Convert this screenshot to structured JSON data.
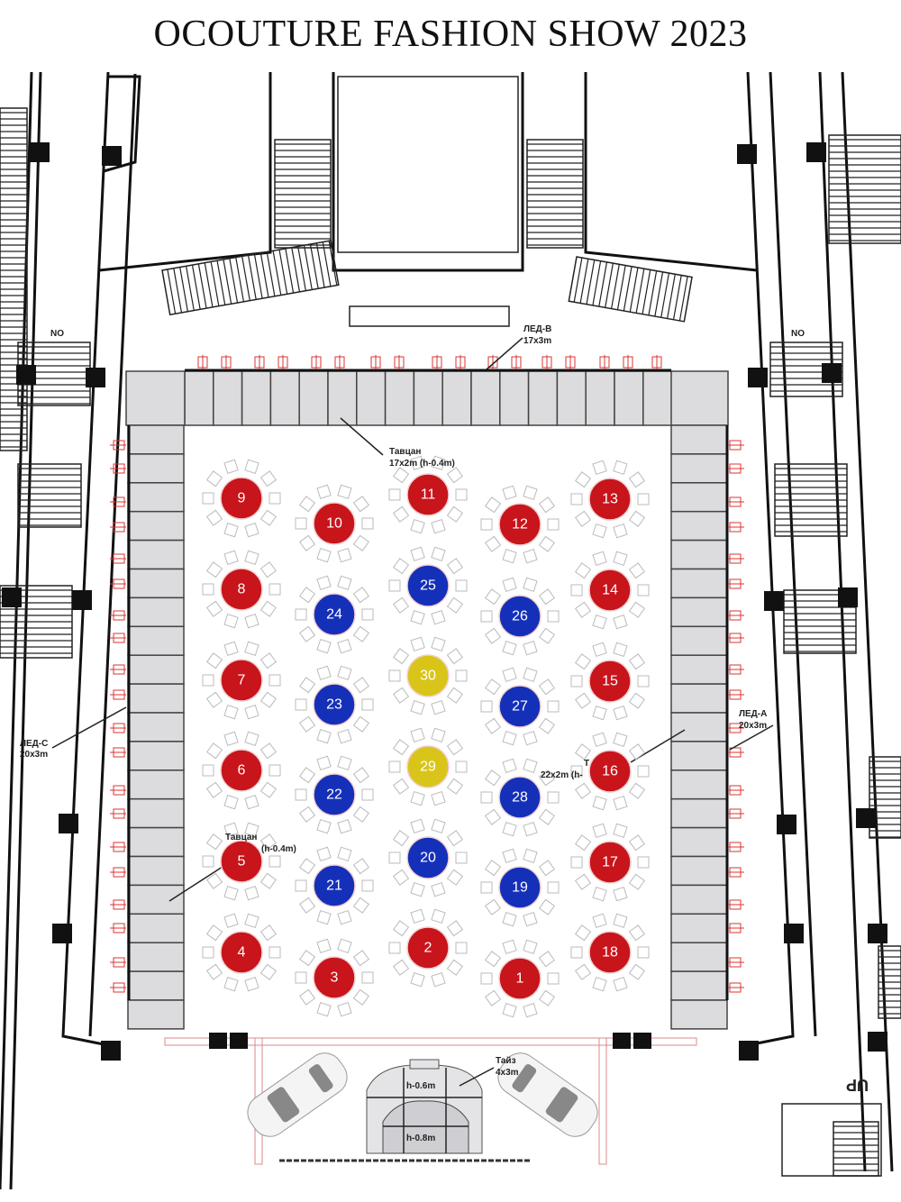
{
  "title": "OCOUTURE FASHION SHOW 2023",
  "colors": {
    "red": "#c8141b",
    "blue": "#1530b8",
    "yellow": "#d9c51a"
  },
  "labels": {
    "led_b": [
      "ЛЕД-В",
      "17x3m"
    ],
    "stage_top": [
      "Тавцан",
      "17x2m (h-0.4m)"
    ],
    "led_c": [
      "ЛЕД-С",
      "20x3m"
    ],
    "stage_left": [
      "Тавцан",
      "(h-0.4m)"
    ],
    "stage_right": [
      "Т",
      "22x2m (h-"
    ],
    "led_a": [
      "ЛЕД-А",
      "20x3m"
    ],
    "platform": [
      "Тайз",
      "4x3m"
    ],
    "platform_h1": "h-0.6m",
    "platform_h2": "h-0.8m",
    "up": "UP",
    "no_left": "NO",
    "no_right": "NO"
  },
  "tables": [
    {
      "number": "1",
      "color": "red"
    },
    {
      "number": "2",
      "color": "red"
    },
    {
      "number": "3",
      "color": "red"
    },
    {
      "number": "4",
      "color": "red"
    },
    {
      "number": "5",
      "color": "red"
    },
    {
      "number": "6",
      "color": "red"
    },
    {
      "number": "7",
      "color": "red"
    },
    {
      "number": "8",
      "color": "red"
    },
    {
      "number": "9",
      "color": "red"
    },
    {
      "number": "10",
      "color": "red"
    },
    {
      "number": "11",
      "color": "red"
    },
    {
      "number": "12",
      "color": "red"
    },
    {
      "number": "13",
      "color": "red"
    },
    {
      "number": "14",
      "color": "red"
    },
    {
      "number": "15",
      "color": "red"
    },
    {
      "number": "16",
      "color": "red"
    },
    {
      "number": "17",
      "color": "red"
    },
    {
      "number": "18",
      "color": "red"
    },
    {
      "number": "19",
      "color": "blue"
    },
    {
      "number": "20",
      "color": "blue"
    },
    {
      "number": "21",
      "color": "blue"
    },
    {
      "number": "22",
      "color": "blue"
    },
    {
      "number": "23",
      "color": "blue"
    },
    {
      "number": "24",
      "color": "blue"
    },
    {
      "number": "25",
      "color": "blue"
    },
    {
      "number": "26",
      "color": "blue"
    },
    {
      "number": "27",
      "color": "blue"
    },
    {
      "number": "28",
      "color": "blue"
    },
    {
      "number": "29",
      "color": "yellow"
    },
    {
      "number": "30",
      "color": "yellow"
    }
  ]
}
